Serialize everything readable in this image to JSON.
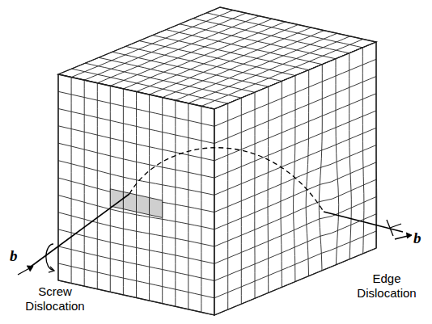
{
  "diagram": {
    "labels": [
      "b",
      "Screw Dislocation",
      "b",
      "Edge Dislocation"
    ]
  }
}
